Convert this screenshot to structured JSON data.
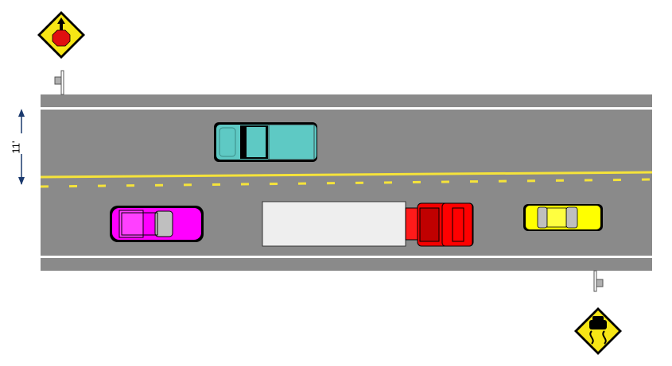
{
  "lane_width_label": "11'",
  "colors": {
    "road": "#8a8a8a",
    "shoulder": "#7f7f7f",
    "edge_line": "#ffffff",
    "center_line": "#f5e33a",
    "sign_yellow": "#f7e615",
    "stop_red": "#e01010",
    "pickup": "#5ec9c4",
    "suv": "#ff00ff",
    "trailer": "#eeeeee",
    "cab": "#f50000",
    "sedan": "#ffff00",
    "arrow": "#1b3a6e"
  },
  "signs": [
    {
      "name": "stop-ahead-sign",
      "icon": "stop-ahead-icon"
    },
    {
      "name": "slippery-when-wet-sign",
      "icon": "slippery-road-icon"
    }
  ],
  "vehicles": [
    {
      "name": "pickup-truck",
      "color": "cyan"
    },
    {
      "name": "suv",
      "color": "magenta"
    },
    {
      "name": "tractor-trailer",
      "color": "red-and-white"
    },
    {
      "name": "sedan",
      "color": "yellow"
    }
  ]
}
